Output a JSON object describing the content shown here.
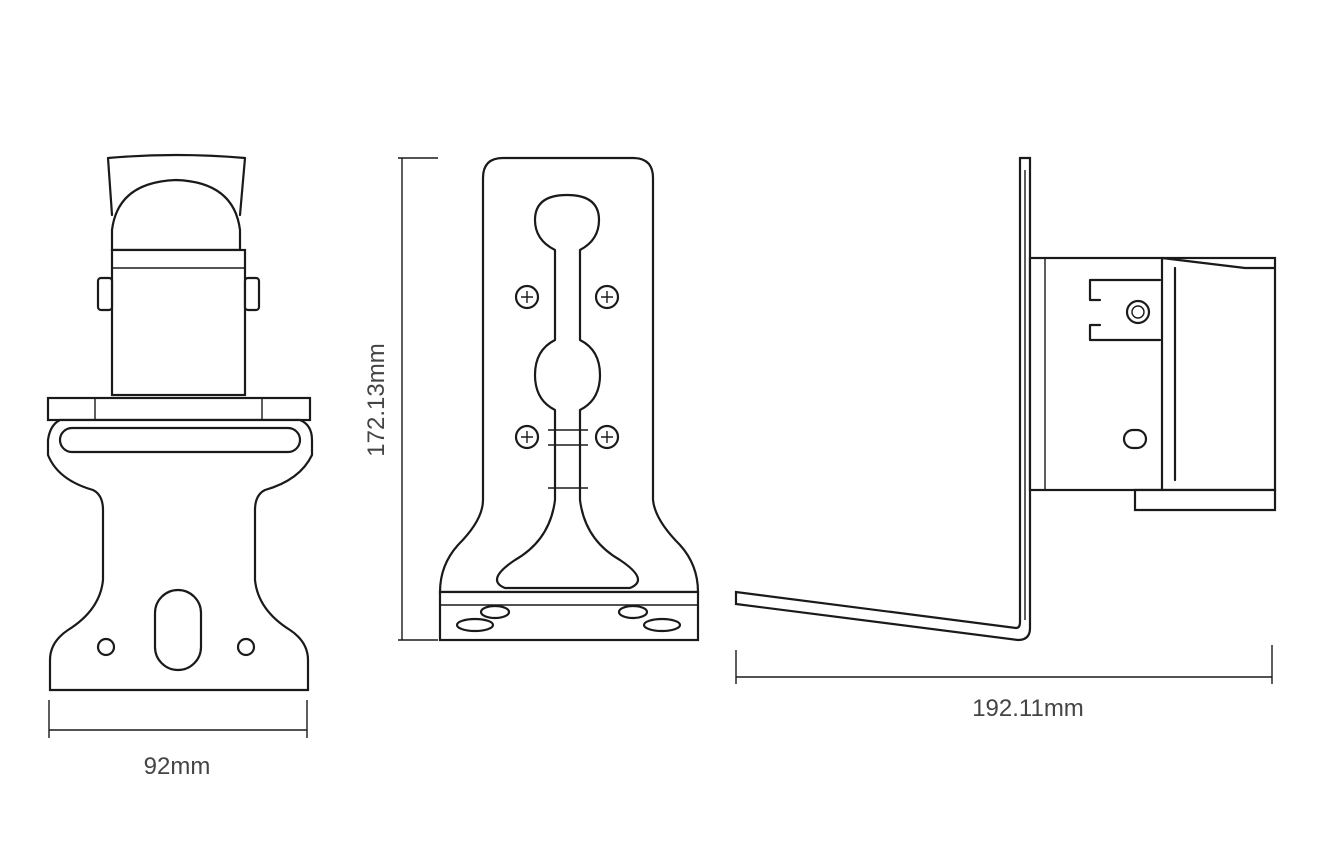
{
  "dimensions": {
    "width_label": "92mm",
    "height_label": "172.13mm",
    "depth_label": "192.11mm"
  },
  "views": [
    "front-view",
    "back-view",
    "side-view"
  ],
  "colors": {
    "line": "#1a1a1a",
    "text": "#444444",
    "background": "#ffffff"
  }
}
